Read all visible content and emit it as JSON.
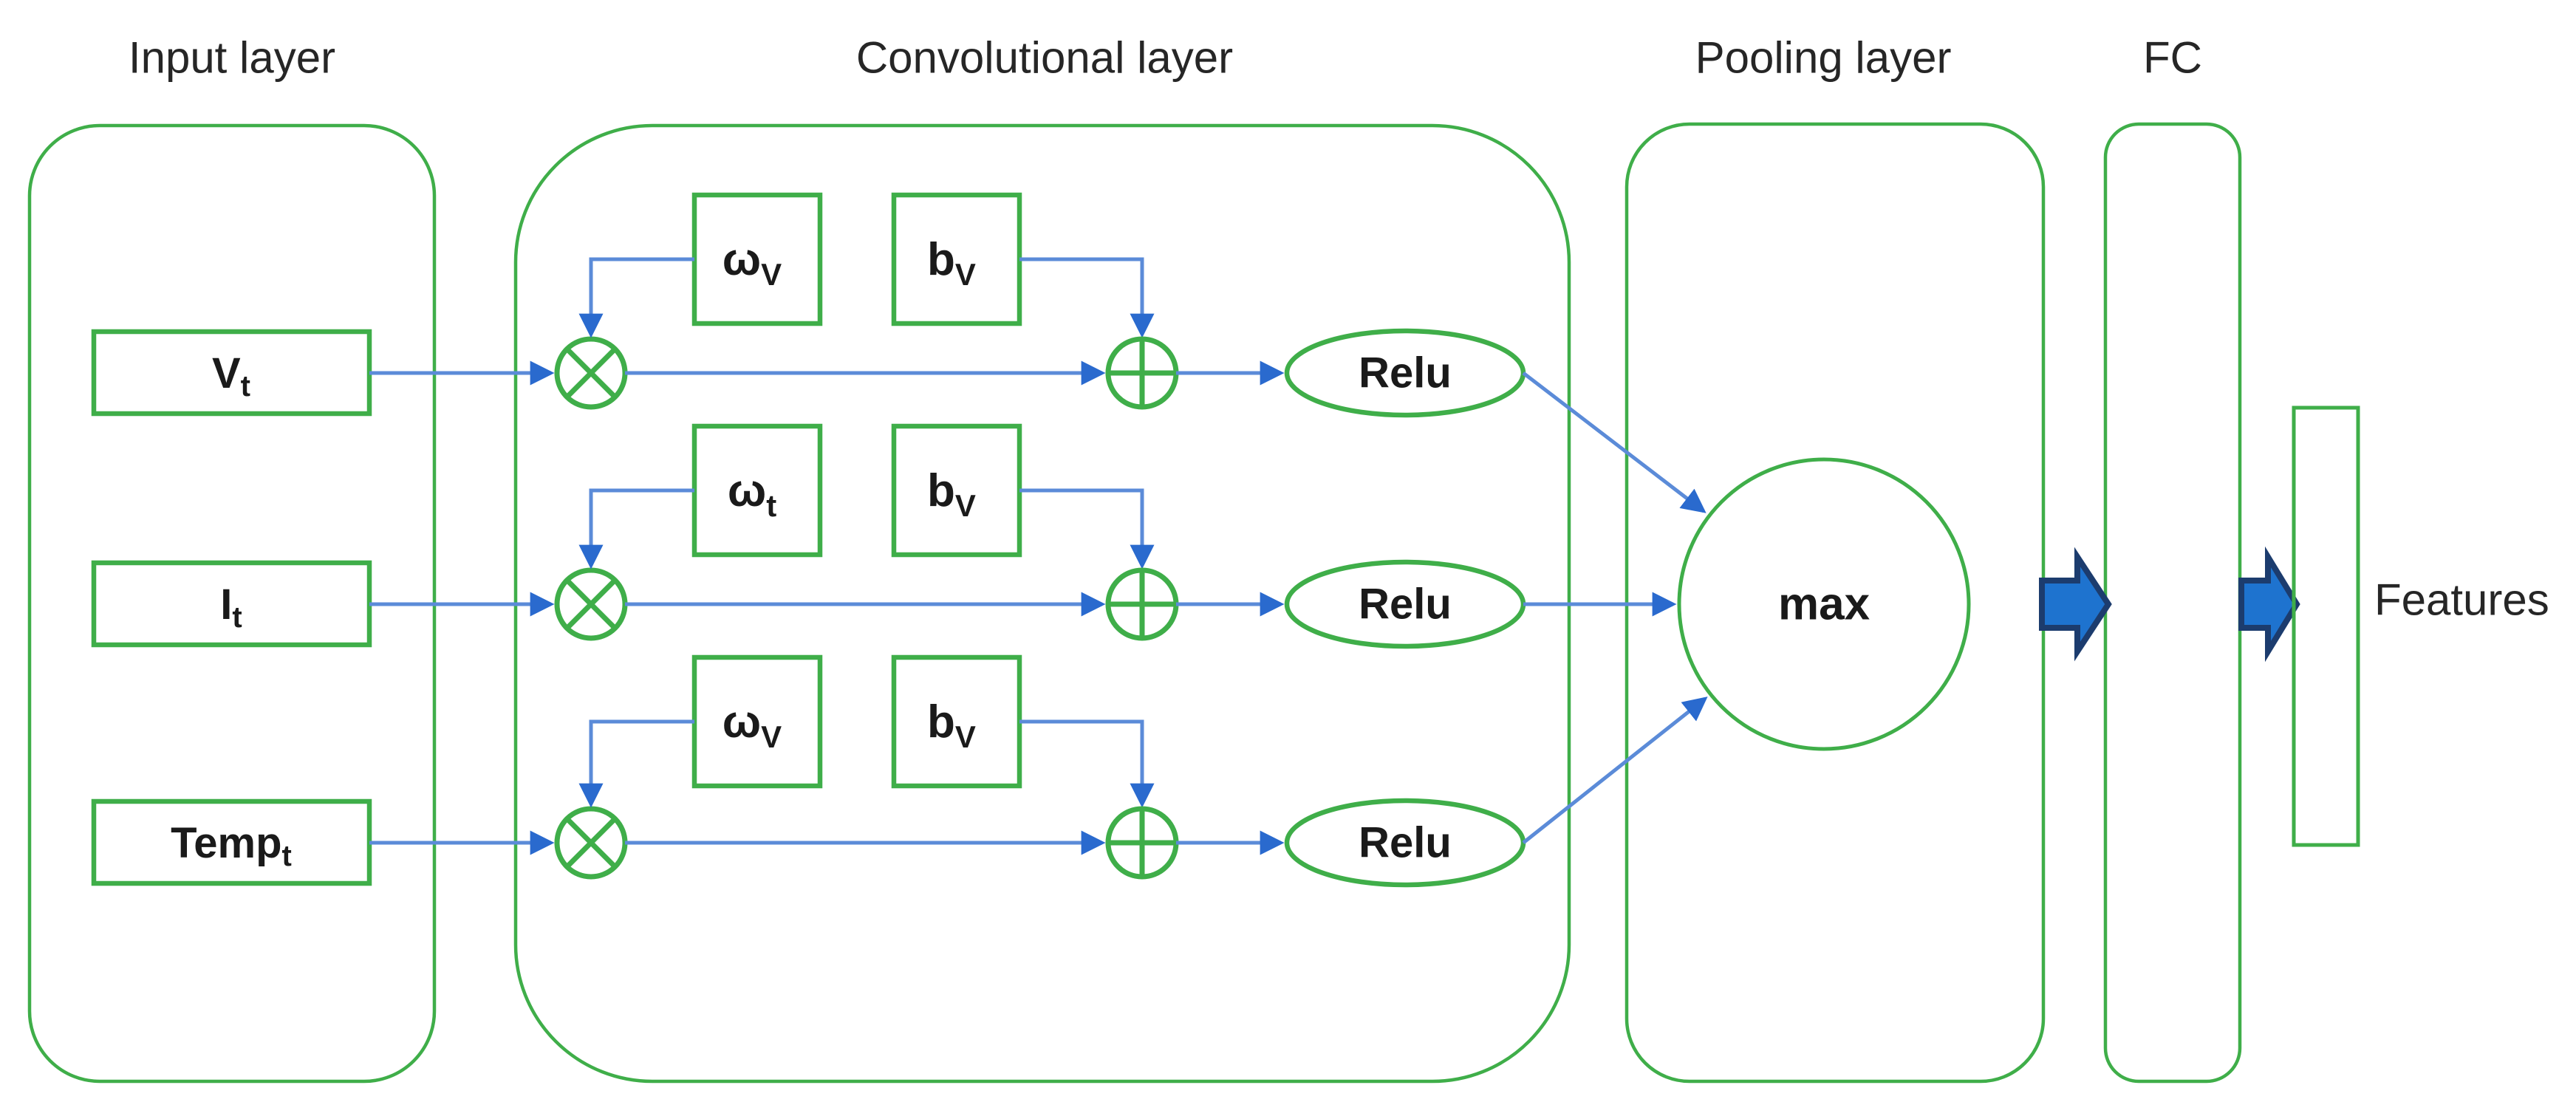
{
  "diagram": {
    "titles": {
      "input": "Input layer",
      "conv": "Convolutional layer",
      "pooling": "Pooling layer",
      "fc": "FC"
    },
    "inputs": [
      {
        "main": "V",
        "sub": "t"
      },
      {
        "main": "I",
        "sub": "t"
      },
      {
        "main": "Temp",
        "sub": "t"
      }
    ],
    "conv_rows": [
      {
        "weight_main": "ω",
        "weight_sub": "V",
        "bias_main": "b",
        "bias_sub": "V",
        "activation": "Relu"
      },
      {
        "weight_main": "ω",
        "weight_sub": "t",
        "bias_main": "b",
        "bias_sub": "V",
        "activation": "Relu"
      },
      {
        "weight_main": "ω",
        "weight_sub": "V",
        "bias_main": "b",
        "bias_sub": "V",
        "activation": "Relu"
      }
    ],
    "pooling": {
      "op": "max"
    },
    "output": {
      "label": "Features"
    },
    "colors": {
      "outline_green": "#3fae49",
      "line_blue": "#5b8bd8",
      "arrowhead_blue": "#2a6ace",
      "block_arrow_fill": "#1e73cf",
      "block_arrow_stroke": "#1c3c6e",
      "text": "#212121"
    }
  }
}
